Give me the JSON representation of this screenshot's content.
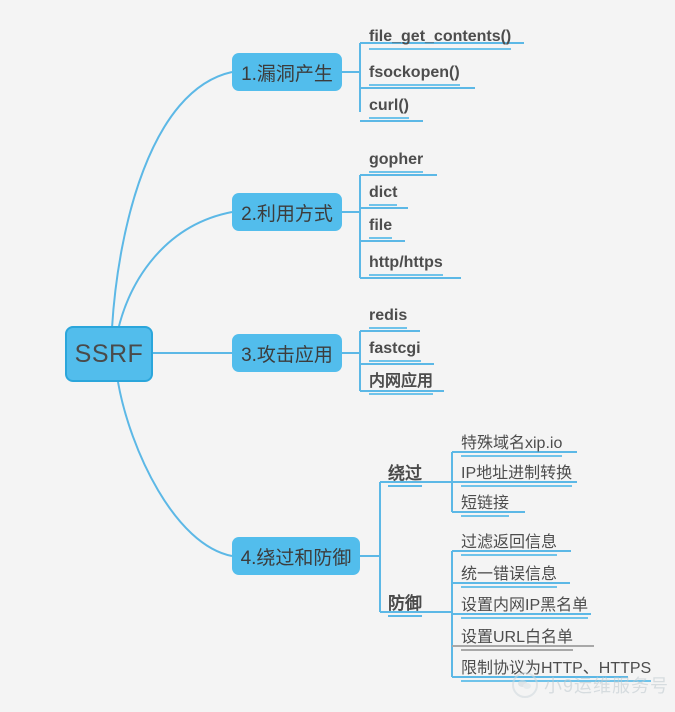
{
  "canvas": {
    "background": "#f4f4f4",
    "node_fill": "#52bdec",
    "node_border": "#2ba6db",
    "wire_color": "#5cb8e6",
    "text_color": "#4a4a4a"
  },
  "root": {
    "label": "SSRF"
  },
  "branches": [
    {
      "id": "branch-1",
      "label": "1.漏洞产生",
      "leaves": [
        {
          "text": "file_get_contents()",
          "style": "bold"
        },
        {
          "text": "fsockopen()",
          "style": "bold"
        },
        {
          "text": "curl()",
          "style": "bold"
        }
      ]
    },
    {
      "id": "branch-2",
      "label": "2.利用方式",
      "leaves": [
        {
          "text": "gopher",
          "style": "bold"
        },
        {
          "text": "dict",
          "style": "bold"
        },
        {
          "text": "file",
          "style": "bold"
        },
        {
          "text": "http/https",
          "style": "bold"
        }
      ]
    },
    {
      "id": "branch-3",
      "label": "3.攻击应用",
      "leaves": [
        {
          "text": "redis",
          "style": "bold"
        },
        {
          "text": "fastcgi",
          "style": "bold"
        },
        {
          "text": "内网应用",
          "style": "bold"
        }
      ]
    },
    {
      "id": "branch-4",
      "label": "4.绕过和防御",
      "groups": [
        {
          "id": "group-bypass",
          "label": "绕过",
          "leaves": [
            {
              "text": "特殊域名xip.io",
              "style": "cjk"
            },
            {
              "text": "IP地址进制转换",
              "style": "cjk"
            },
            {
              "text": "短链接",
              "style": "cjk"
            }
          ]
        },
        {
          "id": "group-defense",
          "label": "防御",
          "leaves": [
            {
              "text": "过滤返回信息",
              "style": "cjk"
            },
            {
              "text": "统一错误信息",
              "style": "cjk"
            },
            {
              "text": "设置内网IP黑名单",
              "style": "cjk"
            },
            {
              "text": "设置URL白名单",
              "style": "cjk gray-rule"
            },
            {
              "text": "限制协议为HTTP、HTTPS",
              "style": "cjk"
            }
          ]
        }
      ]
    }
  ],
  "watermark": {
    "text": "小9运维服务号",
    "icon": "wechat-icon"
  }
}
